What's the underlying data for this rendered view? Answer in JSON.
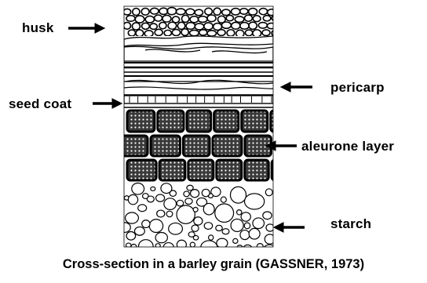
{
  "labels": {
    "husk": "husk",
    "pericarp": "pericarp",
    "seed_coat": "seed coat",
    "aleurone_layer": "aleurone layer",
    "starch": "starch"
  },
  "caption": "Cross-section in a barley grain (GASSNER, 1973)",
  "colors": {
    "ink": "#000000",
    "background": "#ffffff"
  }
}
